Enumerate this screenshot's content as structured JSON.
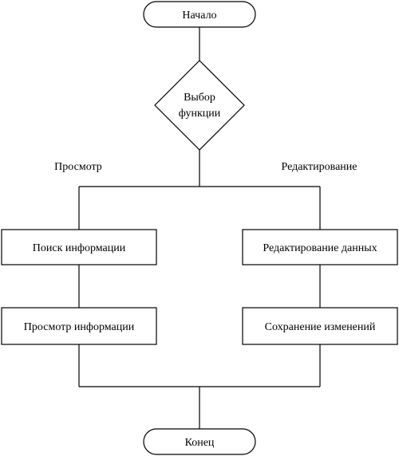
{
  "flowchart": {
    "start": "Начало",
    "decision": {
      "line1": "Выбор",
      "line2": "функции"
    },
    "branches": {
      "left": {
        "label": "Просмотр",
        "step1": "Поиск информации",
        "step2": "Просмотр информации"
      },
      "right": {
        "label": "Редактирование",
        "step1": "Редактирование данных",
        "step2": "Сохранение изменений"
      }
    },
    "end": "Конец"
  }
}
